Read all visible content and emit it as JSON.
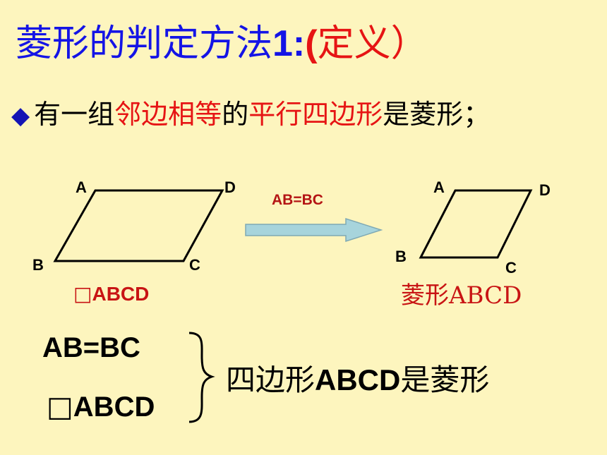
{
  "title": {
    "main": "菱形的判定方法",
    "number": "1:",
    "paren_open": "(",
    "paren_content": "定义）"
  },
  "statement": {
    "bullet": "◆",
    "part1": "有一组",
    "part2": "邻边相等",
    "part3": "的",
    "part4": "平行四边形",
    "part5": "是菱形；"
  },
  "figure_left": {
    "vertex_a": "A",
    "vertex_b": "B",
    "vertex_c": "C",
    "vertex_d": "D",
    "caption_symbol": "□",
    "caption_text": "ABCD"
  },
  "arrow": {
    "label": "AB=BC",
    "color": "#A7D4DC"
  },
  "figure_right": {
    "vertex_a": "A",
    "vertex_b": "B",
    "vertex_c": "C",
    "vertex_d": "D",
    "caption": "菱形ABCD"
  },
  "conditions": {
    "line1": "AB=BC",
    "line2_symbol": "□",
    "line2_text": "ABCD",
    "brace": "}"
  },
  "conclusion": {
    "pre": "四边形",
    "bold": "ABCD",
    "post": "是菱形"
  },
  "colors": {
    "background": "#FDF5BE",
    "title_blue": "#1414E6",
    "accent_red": "#E61414"
  }
}
